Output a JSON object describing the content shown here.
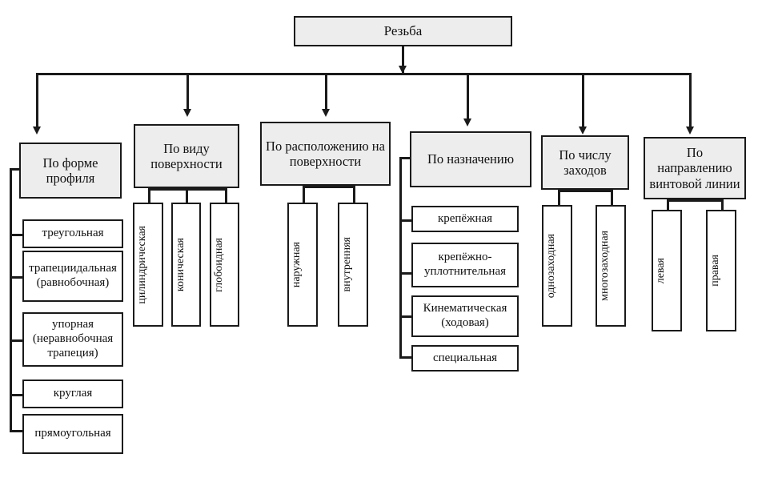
{
  "diagram": {
    "title": "Резьба",
    "type": "classification-tree",
    "colors": {
      "line": "#1a1a1a",
      "shaded_fill": "#ededed",
      "plain_fill": "#ffffff",
      "text": "#111111"
    },
    "root": {
      "label": "Резьба"
    },
    "branches": [
      {
        "id": "po-forme-profilya",
        "label": "По форме профиля",
        "orientation": "side",
        "children": [
          {
            "label": "треугольная"
          },
          {
            "label": "трапециидальная (равнобочная)"
          },
          {
            "label": "упорная (неравнобочная трапеция)"
          },
          {
            "label": "круглая"
          },
          {
            "label": "прямоугольная"
          }
        ]
      },
      {
        "id": "po-vidu-poverhnosti",
        "label": "По виду поверхности",
        "orientation": "top",
        "children": [
          {
            "label": "цилиндрическая"
          },
          {
            "label": "коническая"
          },
          {
            "label": "глобоидная"
          }
        ]
      },
      {
        "id": "po-raspolozheniyu",
        "label": "По расположению на поверхности",
        "orientation": "top",
        "children": [
          {
            "label": "наружная"
          },
          {
            "label": "внутренняя"
          }
        ]
      },
      {
        "id": "po-naznacheniyu",
        "label": "По назначению",
        "orientation": "side",
        "children": [
          {
            "label": "крепёжная"
          },
          {
            "label": "крепёжно-уплотнительная"
          },
          {
            "label": "Кинематическая (ходовая)"
          },
          {
            "label": "специальная"
          }
        ]
      },
      {
        "id": "po-chislu-zahodov",
        "label": "По числу заходов",
        "orientation": "top",
        "children": [
          {
            "label": "однозаходная"
          },
          {
            "label": "многозаходная"
          }
        ]
      },
      {
        "id": "po-napravleniyu",
        "label": "По направлению винтовой линии",
        "orientation": "top",
        "children": [
          {
            "label": "левая"
          },
          {
            "label": "правая"
          }
        ]
      }
    ]
  }
}
